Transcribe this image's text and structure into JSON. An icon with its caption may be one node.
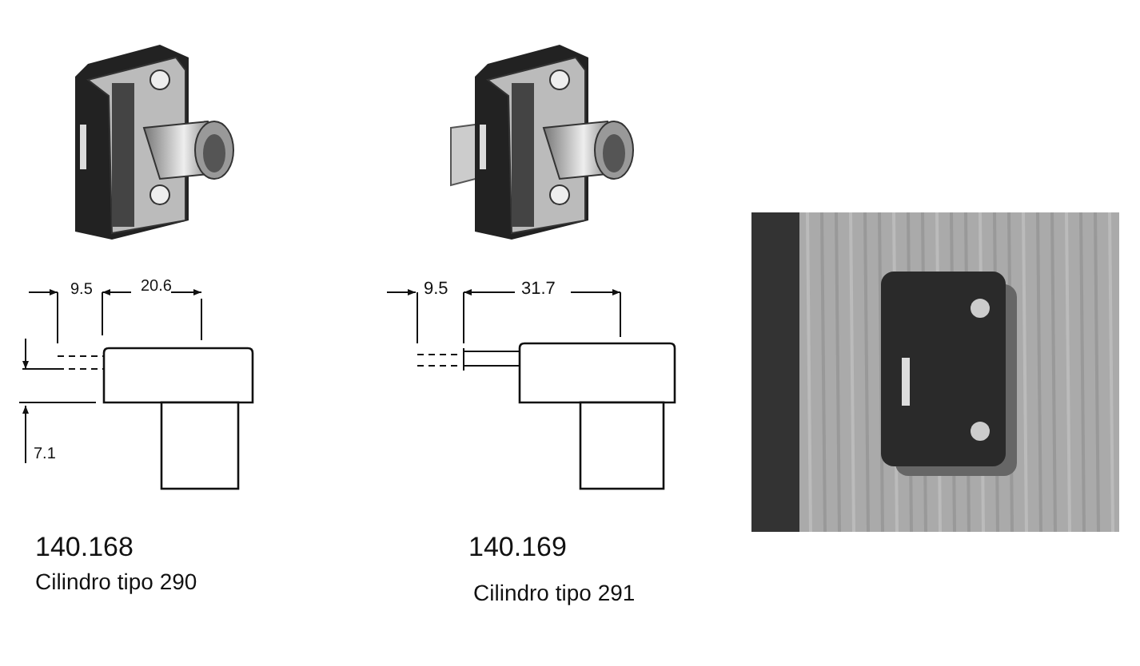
{
  "diagram": {
    "labels": [
      "9.5",
      "20.6",
      "7.1",
      "9.5",
      "31.7",
      "140.168",
      "Cilindro tipo 290",
      "140.169",
      "Cilindro tipo 291"
    ]
  }
}
